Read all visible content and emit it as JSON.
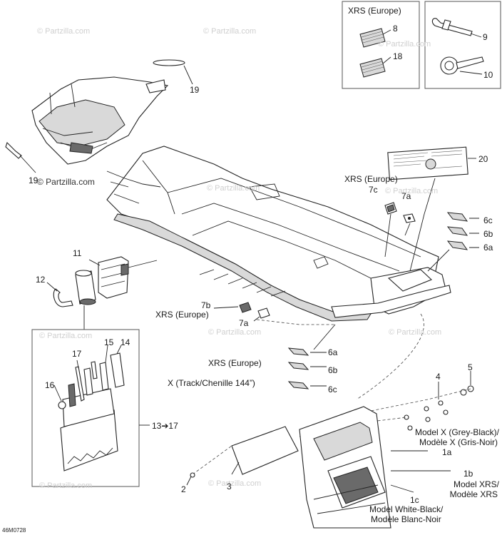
{
  "watermarks": {
    "brand": "© Partzilla.com"
  },
  "drawing_code": "46M0728",
  "inset_top_left": {
    "title": "XRS (Europe)",
    "callouts": [
      "8",
      "18"
    ]
  },
  "inset_top_right": {
    "callouts": [
      "9",
      "10"
    ]
  },
  "callouts": {
    "c19a": "19",
    "c19b": "19",
    "c20": "20",
    "xrs_7c": "XRS (Europe)",
    "c7c": "7c",
    "c7a_top": "7a",
    "c6c_top": "6c",
    "c6b_top": "6b",
    "c6a_top": "6a",
    "c11": "11",
    "c12": "12",
    "c7b": "7b",
    "xrs_7b": "XRS (Europe)",
    "c7a_mid": "7a",
    "c17": "17",
    "c15": "15",
    "c14": "14",
    "c16": "16",
    "c13_17": "13➔17",
    "c6a_low": "6a",
    "xrs_6b": "XRS (Europe)",
    "c6b_low": "6b",
    "x_track": "X (Track/Chenille 144”)",
    "c6c_low": "6c",
    "c4": "4",
    "c5": "5",
    "model_x": "Model X (Grey-Black)/",
    "model_x_fr": "Modèle X (Gris-Noir)",
    "c1a": "1a",
    "c1b": "1b",
    "model_xrs": "Model XRS/",
    "model_xrs_fr": "Modèle XRS",
    "c1c": "1c",
    "model_wb": "Model White-Black/",
    "model_wb_fr": "Modèle Blanc-Noir",
    "c2": "2",
    "c3": "3"
  }
}
